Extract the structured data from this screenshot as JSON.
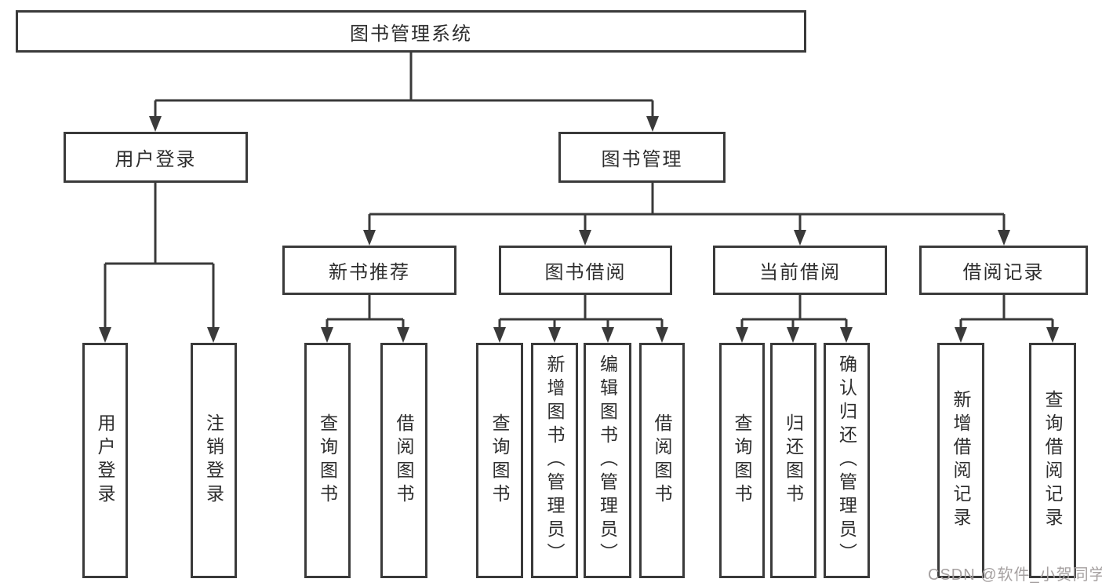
{
  "diagram": {
    "title_node": {
      "label": "图书管理系统"
    },
    "level2": [
      {
        "label": "用户登录"
      },
      {
        "label": "图书管理"
      }
    ],
    "level3": [
      {
        "label": "新书推荐"
      },
      {
        "label": "图书借阅"
      },
      {
        "label": "当前借阅"
      },
      {
        "label": "借阅记录"
      }
    ],
    "leaves": {
      "user_login": [
        "用户登录",
        "注销登录"
      ],
      "new_book": [
        "查询图书",
        "借阅图书"
      ],
      "book_borrow": [
        "查询图书",
        "新增图书（管理员）",
        "编辑图书（管理员）",
        "借阅图书"
      ],
      "current_borrow": [
        "查询图书",
        "归还图书",
        "确认归还（管理员）"
      ],
      "borrow_record": [
        "新增借阅记录",
        "查询借阅记录"
      ]
    }
  },
  "watermark": {
    "text": "CSDN @软件_小贺同学"
  },
  "colors": {
    "line": "#3a3a3a",
    "text": "#2e2e2e",
    "watermark": "#a5a0a0",
    "background": "#ffffff"
  }
}
